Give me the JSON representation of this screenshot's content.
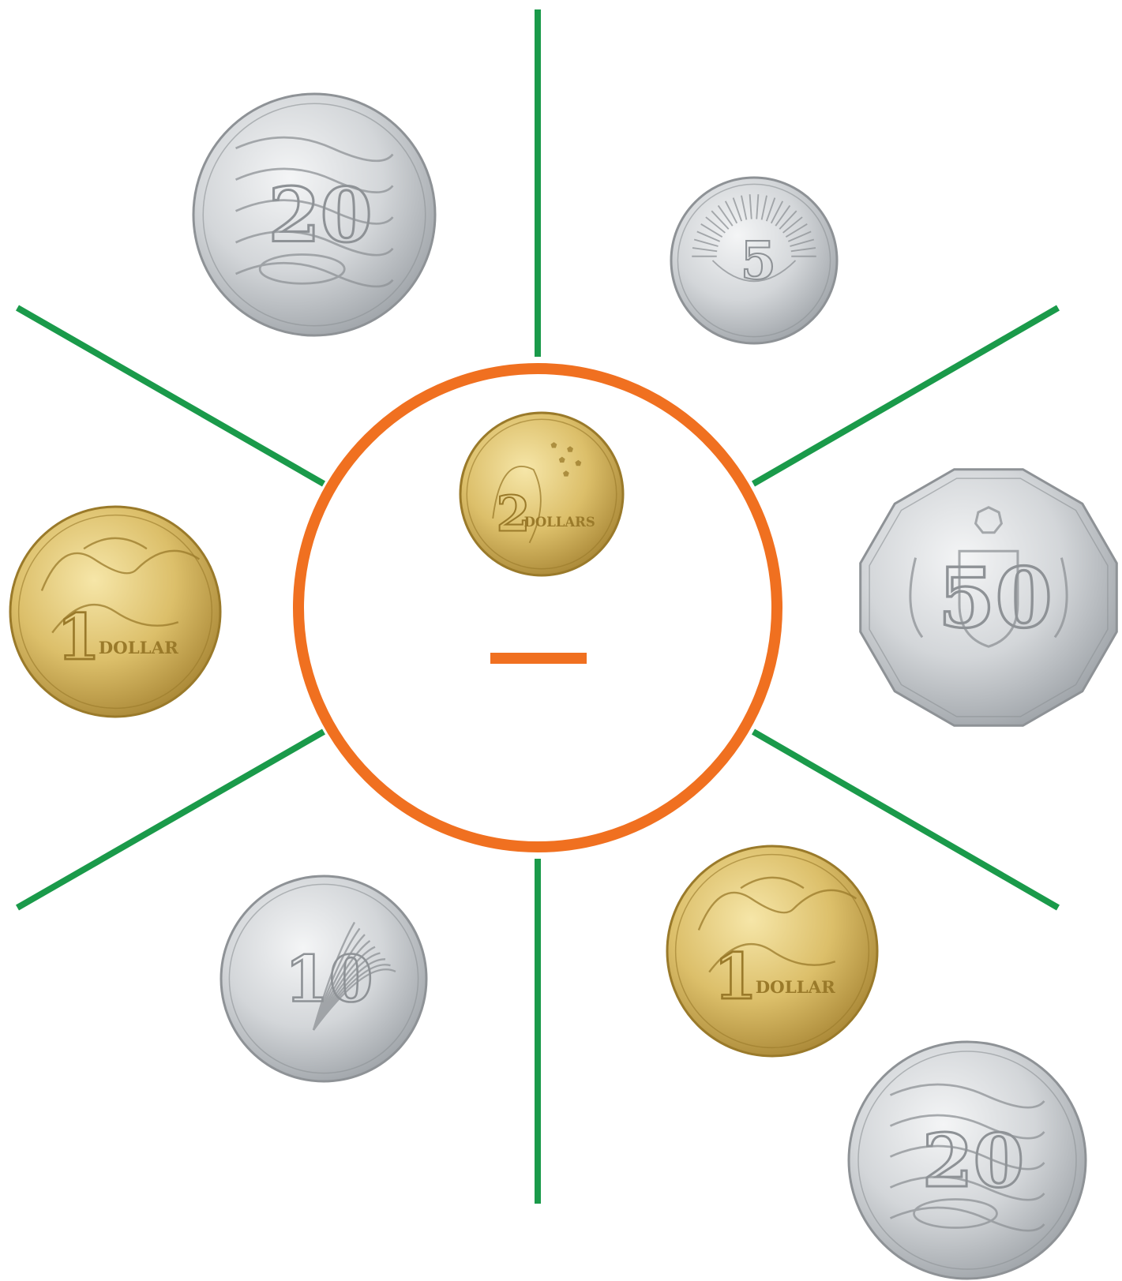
{
  "colors": {
    "spoke_green": "#1a9a4a",
    "ring_orange": "#f07020",
    "silver_base": "#d7d9db",
    "silver_dark": "#8e9296",
    "gold_base": "#dcbf6a",
    "gold_dark": "#9a7a2a"
  },
  "center": {
    "minus_sign": "–"
  },
  "coins": [
    {
      "id": "coin-20c-top-left",
      "denomination": "20",
      "word": "",
      "metal": "silver",
      "shape": "round",
      "motif": "platypus"
    },
    {
      "id": "coin-5c",
      "denomination": "5",
      "word": "",
      "metal": "silver",
      "shape": "round",
      "motif": "echidna"
    },
    {
      "id": "coin-1-dollar-left",
      "denomination": "1",
      "word": "DOLLAR",
      "metal": "gold",
      "shape": "round",
      "motif": "kangaroos"
    },
    {
      "id": "coin-50c",
      "denomination": "50",
      "word": "",
      "metal": "silver",
      "shape": "dodecagon",
      "motif": "coat-of-arms"
    },
    {
      "id": "coin-10c",
      "denomination": "10",
      "word": "",
      "metal": "silver",
      "shape": "round",
      "motif": "lyrebird"
    },
    {
      "id": "coin-1-dollar-right",
      "denomination": "1",
      "word": "DOLLAR",
      "metal": "gold",
      "shape": "round",
      "motif": "kangaroos"
    },
    {
      "id": "coin-20c-bottom-right",
      "denomination": "20",
      "word": "",
      "metal": "silver",
      "shape": "round",
      "motif": "platypus"
    },
    {
      "id": "coin-2-dollars",
      "denomination": "2",
      "word": "DOLLARS",
      "metal": "gold",
      "shape": "round",
      "motif": "elder-and-southern-cross"
    }
  ]
}
